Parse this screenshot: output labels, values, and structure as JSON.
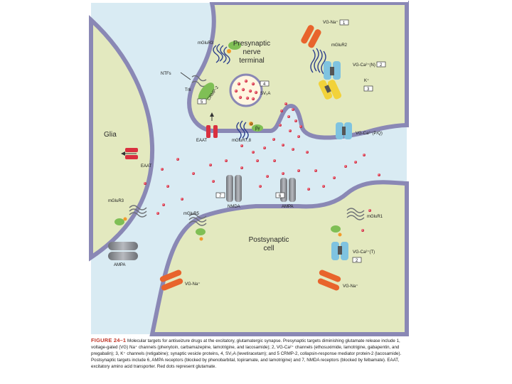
{
  "labels": {
    "glia": "Glia",
    "presynaptic": [
      "Presynaptic",
      "nerve",
      "terminal"
    ],
    "postsynaptic": [
      "Postsynaptic",
      "cell"
    ],
    "vg_na_top": "VG-Na⁺",
    "mglur3_top": "mGluR3",
    "mglur2": "mGluR2",
    "vg_ca_n": "VG-Ca²⁺(N)",
    "k_plus": "K⁺",
    "ntfs": "NTFs",
    "trk": "Trk",
    "crmp2": "CRMP-2",
    "sv2a": "SV₂A",
    "eaat_pre": "EAAT",
    "mglur78": "mGluR7,8",
    "gbg": "βγ",
    "alpha": "α",
    "vg_ca_pq": "VG-Ca²⁺(P/Q)",
    "eaat_glia": "EAAT",
    "mglur3_glia": "mGluR3",
    "ampa_glia": "AMPA",
    "nmda": "NMDA",
    "ampa_post": "AMPA",
    "mglur5": "mGluR5",
    "mglur1": "mGluR1",
    "vg_ca_t": "VG-Ca²⁺(T)",
    "vg_na_left": "VG-Na⁺",
    "vg_na_right": "VG-Na⁺"
  },
  "numbers": {
    "n1": "1",
    "n2": "2",
    "n3": "3",
    "n4": "4",
    "n5": "5",
    "n7": "7",
    "n6": "6",
    "n2b": "2"
  },
  "caption": {
    "figure_label": "FIGURE 24–1",
    "text": "Molecular targets for antiseizure drugs at the excitatory, glutamatergic synapse. Presynaptic targets diminishing glutamate release include 1, voltage-gated (VG) Na⁺ channels (phenytoin, carbamazepine, lamotrigine, and lacosamide); 2, VG-Ca²⁺ channels (ethosuximide, lamotrigine, gabapentin, and pregabalin); 3, K⁺ channels (retigabine); synaptic vesicle proteins, 4, SV₂A (levetiracetam); and 5 CRMP-2, collapsin-response mediator protein-2 (lacosamide). Postsynaptic targets include 6, AMPA receptors (blocked by phenobarbital, topiramate, and lamotrigine) and 7, NMDA receptors (blocked by felbamate). EAAT, excitatory amino acid transporter. Red dots represent glutamate."
  },
  "colors": {
    "background": "#d9ebf3",
    "cell_fill": "#e3e9bf",
    "membrane": "#8a88b5",
    "glutamate": "#d0253a",
    "na_channel": "#e8642c",
    "ca_channel": "#7fc3e0",
    "k_channel": "#f2d23a",
    "receptor_grey": "#8d9095",
    "gpcr_blue": "#2d3f8c",
    "g_protein_green": "#7fbf55",
    "caption_red": "#c0392b"
  }
}
